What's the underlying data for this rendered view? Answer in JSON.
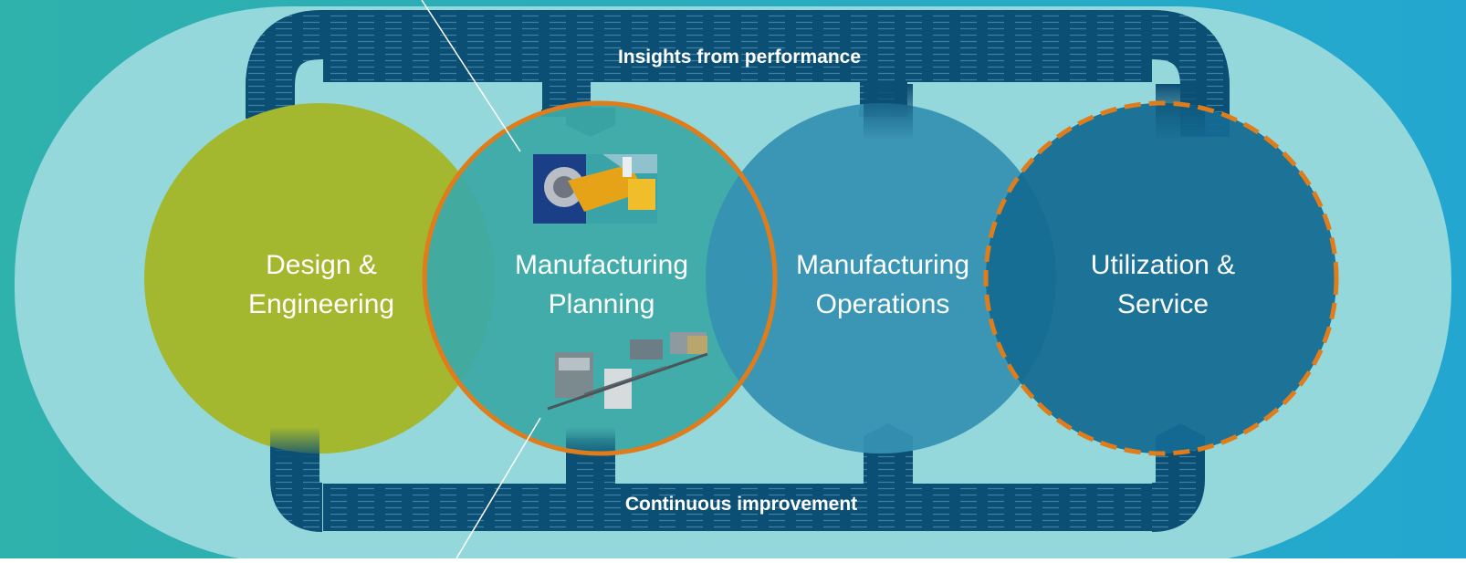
{
  "loop": {
    "top_label": "Insights from performance",
    "bottom_label": "Continuous improvement"
  },
  "stages": [
    {
      "id": "design",
      "line1": "Design &",
      "line2": "Engineering",
      "color": "#a3b82f",
      "border": "none"
    },
    {
      "id": "planning",
      "line1": "Manufacturing",
      "line2": "Planning",
      "color": "#3da9a7",
      "border": "solid",
      "border_color": "#e07d1a"
    },
    {
      "id": "operations",
      "line1": "Manufacturing",
      "line2": "Operations",
      "color": "#3592b3",
      "border": "none"
    },
    {
      "id": "service",
      "line1": "Utilization &",
      "line2": "Service",
      "color": "#146b93",
      "border": "dashed",
      "border_color": "#e07d1a"
    }
  ],
  "colors": {
    "background_left": "#2fb1ac",
    "background_right": "#23a7d0",
    "pill": "#94d8dc",
    "loop_band": "#0c4f74",
    "accent": "#e07d1a"
  },
  "icons": {
    "top": "robot-arm-icon",
    "bottom": "production-line-icon"
  }
}
